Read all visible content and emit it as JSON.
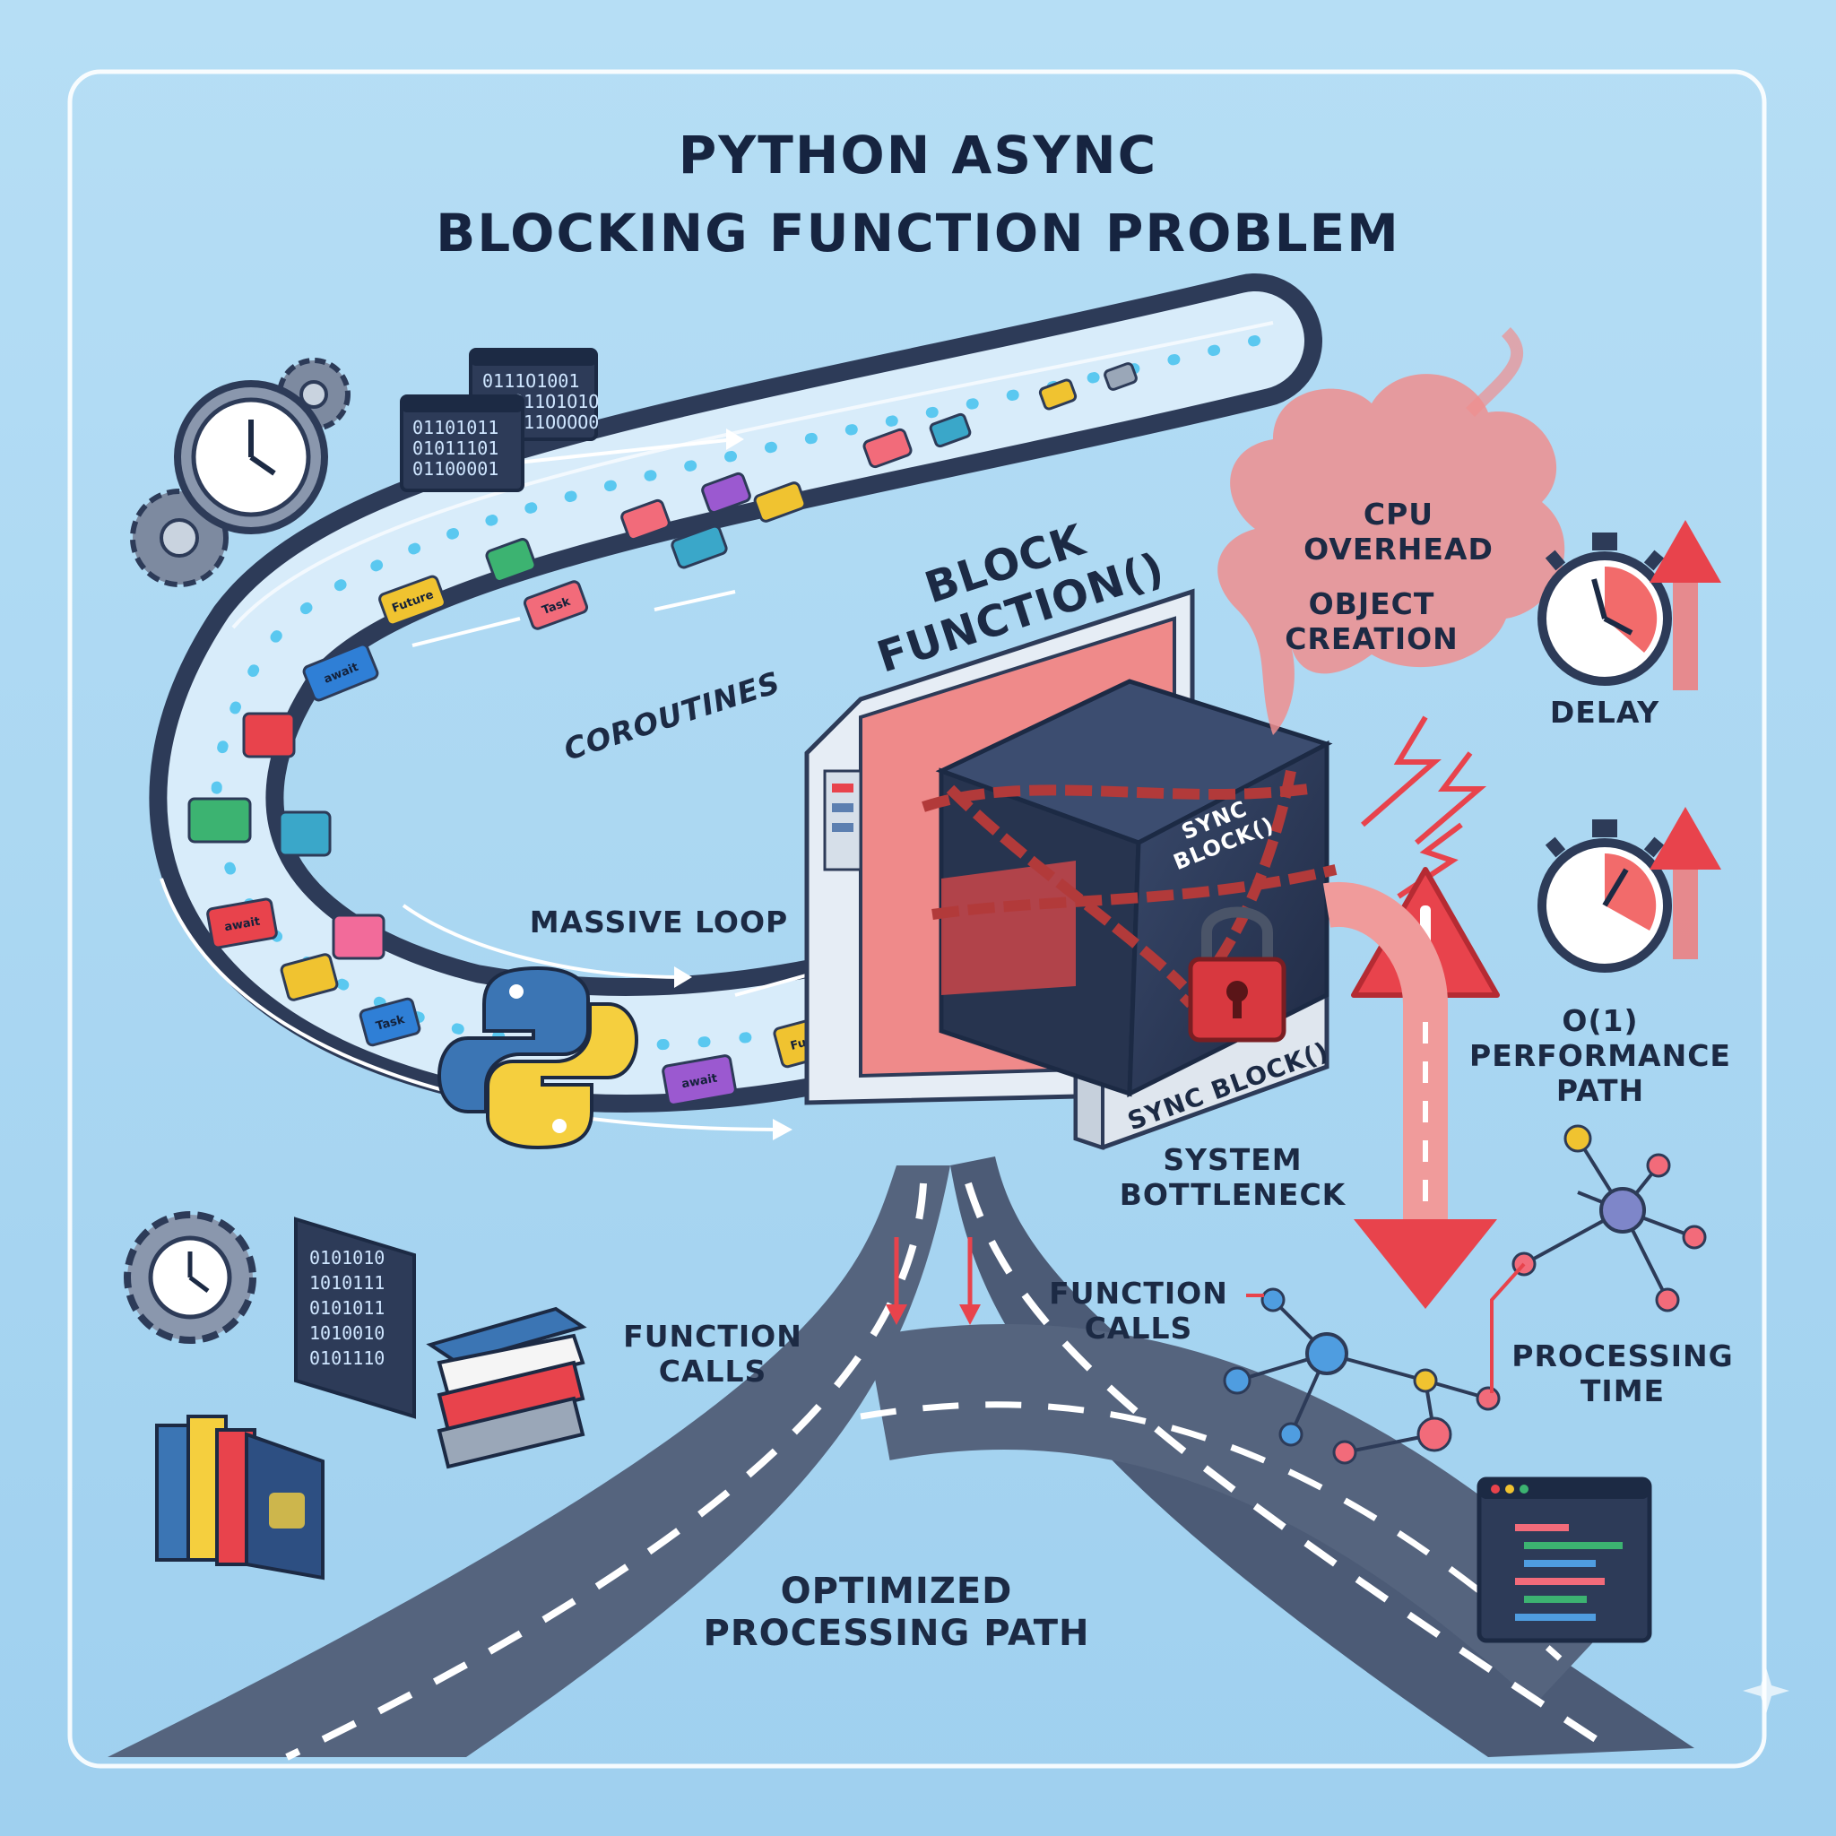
{
  "title": {
    "line1": "PYTHON ASYNC",
    "line2": "BLOCKING FUNCTION PROBLEM"
  },
  "labels": {
    "coroutines": "COROUTINES",
    "massive_loop": "MASSIVE LOOP",
    "block_function_line1": "BLOCK",
    "block_function_line2": "FUNCTION()",
    "sync_block_box_line1": "SYNC",
    "sync_block_box_line2": "BLOCK()",
    "sync_block_base": "SYNC BLOCK()",
    "cpu_overhead_line1": "CPU",
    "cpu_overhead_line2": "OVERHEAD",
    "object_creation_line1": "OBJECT",
    "object_creation_line2": "CREATION",
    "delay": "DELAY",
    "perf_line1": "O(1)",
    "perf_line2": "PERFORMANCE",
    "perf_line3": "PATH",
    "system_bottleneck_line1": "SYSTEM",
    "system_bottleneck_line2": "BOTTLENECK",
    "function_calls_left_line1": "FUNCTION",
    "function_calls_left_line2": "CALLS",
    "function_calls_right_line1": "FUNCTION",
    "function_calls_right_line2": "CALLS",
    "processing_time_line1": "PROCESSING",
    "processing_time_line2": "TIME",
    "optimized_line1": "OPTIMIZED",
    "optimized_line2": "PROCESSING PATH"
  },
  "chips": {
    "future": "Future",
    "task": "Task",
    "await": "await"
  },
  "binary_windows": {
    "top_back": [
      "0111O1001",
      "O11O1O1O",
      "O11OOOO0"
    ],
    "top_front": [
      "01101011",
      "01011101",
      "01100001"
    ],
    "bottom_left": [
      "0101010",
      "1010111",
      "0101011",
      "1010010",
      "0101110"
    ]
  },
  "colors": {
    "background": "#a9d6f2",
    "track": "#2d3b58",
    "alert_red": "#e8434c",
    "python_blue": "#3b75b4",
    "python_yellow": "#f5cf3e"
  },
  "icons": [
    "clock-gear-icon",
    "stopwatch-icon",
    "warning-icon",
    "padlock-icon",
    "python-logo-icon",
    "books-icon",
    "network-graph-icon",
    "code-window-icon",
    "lightning-icon"
  ]
}
